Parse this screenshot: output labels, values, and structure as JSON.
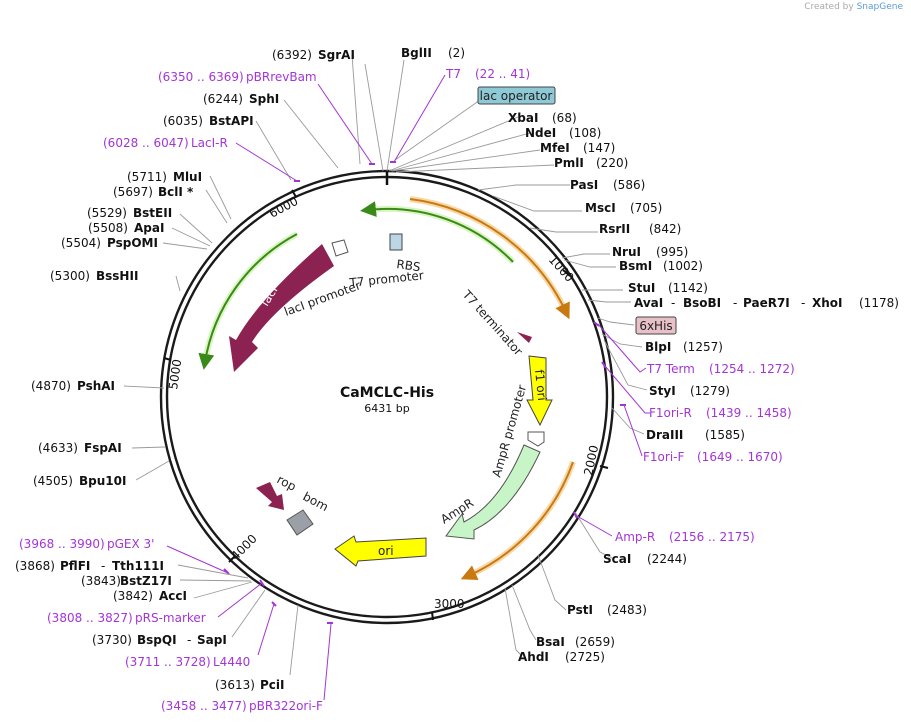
{
  "credit": {
    "prefix": "Created by",
    "brand": "SnapGene"
  },
  "plasmid": {
    "name": "CaMCLC-His",
    "length_label": "6431 bp",
    "length": 6431
  },
  "tick_labels": [
    "1000",
    "2000",
    "3000",
    "4000",
    "5000",
    "6000"
  ],
  "enzymes": [
    {
      "name": "BglII",
      "pos": "(2)"
    },
    {
      "name": "XbaI",
      "pos": "(68)"
    },
    {
      "name": "NdeI",
      "pos": "(108)"
    },
    {
      "name": "MfeI",
      "pos": "(147)"
    },
    {
      "name": "PmlI",
      "pos": "(220)"
    },
    {
      "name": "PasI",
      "pos": "(586)"
    },
    {
      "name": "MscI",
      "pos": "(705)"
    },
    {
      "name": "RsrII",
      "pos": "(842)"
    },
    {
      "name": "NruI",
      "pos": "(995)"
    },
    {
      "name": "BsmI",
      "pos": "(1002)"
    },
    {
      "name": "StuI",
      "pos": "(1142)"
    },
    {
      "name": "AvaI",
      "pos": ""
    },
    {
      "name": "BsoBI",
      "pos": ""
    },
    {
      "name": "PaeR7I",
      "pos": ""
    },
    {
      "name": "XhoI",
      "pos": "(1178)"
    },
    {
      "name": "BlpI",
      "pos": "(1257)"
    },
    {
      "name": "StyI",
      "pos": "(1279)"
    },
    {
      "name": "DraIII",
      "pos": "(1585)"
    },
    {
      "name": "ScaI",
      "pos": "(2244)"
    },
    {
      "name": "PstI",
      "pos": "(2483)"
    },
    {
      "name": "BsaI",
      "pos": "(2659)"
    },
    {
      "name": "AhdI",
      "pos": "(2725)"
    },
    {
      "name": "PciI",
      "pos": "(3613)"
    },
    {
      "name": "BspQI",
      "pos": "(3730)"
    },
    {
      "name": "SapI",
      "pos": ""
    },
    {
      "name": "AccI",
      "pos": "(3842)"
    },
    {
      "name": "BstZ17I",
      "pos": "(3843)"
    },
    {
      "name": "PflFI",
      "pos": "(3868)"
    },
    {
      "name": "Tth111I",
      "pos": ""
    },
    {
      "name": "Bpu10I",
      "pos": "(4505)"
    },
    {
      "name": "FspAI",
      "pos": "(4633)"
    },
    {
      "name": "PshAI",
      "pos": "(4870)"
    },
    {
      "name": "BssHII",
      "pos": "(5300)"
    },
    {
      "name": "PspOMI",
      "pos": "(5504)"
    },
    {
      "name": "ApaI",
      "pos": "(5508)"
    },
    {
      "name": "BstEII",
      "pos": "(5529)"
    },
    {
      "name": "BclI *",
      "pos": "(5697)"
    },
    {
      "name": "MluI",
      "pos": "(5711)"
    },
    {
      "name": "BstAPI",
      "pos": "(6035)"
    },
    {
      "name": "SphI",
      "pos": "(6244)"
    },
    {
      "name": "SgrAI",
      "pos": "(6392)"
    }
  ],
  "primers": [
    {
      "name": "T7",
      "range": "(22 .. 41)"
    },
    {
      "name": "pBRrevBam",
      "range": "(6350 .. 6369)"
    },
    {
      "name": "LacI-R",
      "range": "(6028 .. 6047)"
    },
    {
      "name": "T7 Term",
      "range": "(1254 .. 1272)"
    },
    {
      "name": "F1ori-R",
      "range": "(1439 .. 1458)"
    },
    {
      "name": "F1ori-F",
      "range": "(1649 .. 1670)"
    },
    {
      "name": "Amp-R",
      "range": "(2156 .. 2175)"
    },
    {
      "name": "pGEX 3'",
      "range": "(3968 .. 3990)"
    },
    {
      "name": "pRS-marker",
      "range": "(3808 .. 3827)"
    },
    {
      "name": "L4440",
      "range": "(3711 .. 3728)"
    },
    {
      "name": "pBR322ori-F",
      "range": "(3458 .. 3477)"
    }
  ],
  "boxed_features": {
    "lac_operator": "lac operator",
    "his_tag": "6xHis"
  },
  "features": {
    "rbs": "RBS",
    "t7_promoter": "T7 promoter",
    "laci_promoter": "lacI promoter",
    "laci": "lacI",
    "t7_terminator": "T7 terminator",
    "f1_ori": "f1 ori",
    "ampr_promoter": "AmpR promoter",
    "ampr": "AmpR",
    "ori": "ori",
    "rop": "rop",
    "bom": "bom"
  },
  "colors": {
    "backbone": "#1a1a1a",
    "primer": "#a335d6",
    "laci": "#8b2252",
    "f1_ori": "#ffff00",
    "ampr": "#c8f5c8",
    "orf_green": "#3a8a1a",
    "orf_orange": "#c87a10",
    "bom": "#9aa0a6",
    "lac_operator": "#8ec9d6",
    "his_tag": "#e8c0c8"
  }
}
